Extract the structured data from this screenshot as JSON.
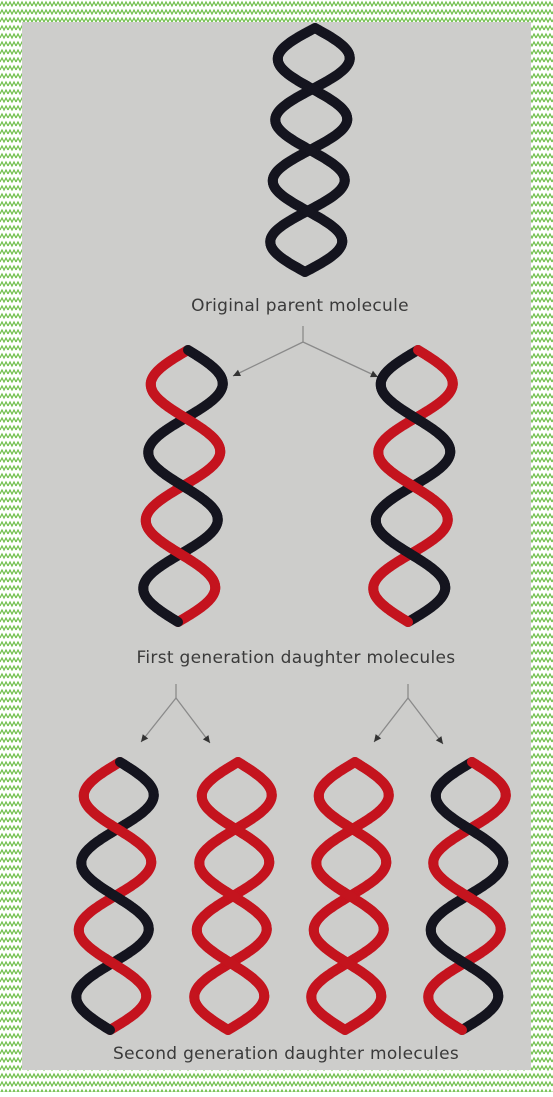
{
  "colors": {
    "background": "#cdcdcb",
    "border": "#6fbf4a",
    "strand_dark": "#15151f",
    "strand_red": "#c4141e",
    "arrow": "#8a8a8a"
  },
  "labels": {
    "original": "Original parent molecule",
    "first_generation": "First generation daughter molecules",
    "second_generation": "Second generation daughter molecules"
  },
  "helices": {
    "parent": {
      "strand_a": "dark",
      "strand_b": "dark"
    },
    "first_gen_left": {
      "strand_a": "dark",
      "strand_b": "red"
    },
    "first_gen_right": {
      "strand_a": "red",
      "strand_b": "dark"
    },
    "second_gen_1": {
      "strand_a": "dark",
      "strand_b": "red"
    },
    "second_gen_2": {
      "strand_a": "red",
      "strand_b": "red"
    },
    "second_gen_3": {
      "strand_a": "red",
      "strand_b": "red"
    },
    "second_gen_4": {
      "strand_a": "red",
      "strand_b": "dark"
    }
  }
}
